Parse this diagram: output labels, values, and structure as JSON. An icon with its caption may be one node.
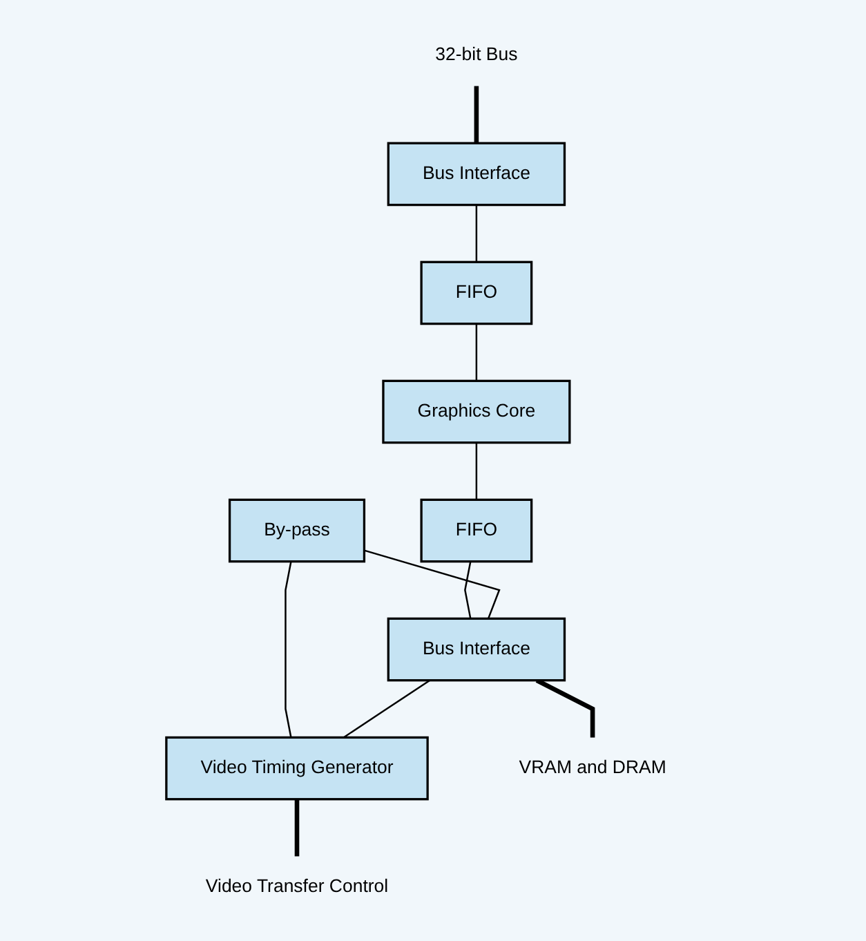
{
  "diagram": {
    "nodes": [
      {
        "text": [
          "32-bit Bus"
        ]
      },
      {
        "text": [
          "Bus Interface"
        ]
      },
      {
        "text": [
          "FIFO"
        ]
      },
      {
        "text": [
          "By-pass"
        ]
      },
      {
        "text": [
          "Graphics Core"
        ]
      },
      {
        "text": [
          "FIFO"
        ]
      },
      {
        "text": [
          "Bus Interface"
        ]
      },
      {
        "text": [
          "Video Timing Generator"
        ]
      },
      {
        "text": [
          "Video Transfer Control"
        ]
      },
      {
        "text": [
          "VRAM and DRAM"
        ]
      }
    ],
    "edges": [
      {
        "from": 0,
        "to": 1,
        "arrow": "none",
        "style": "thick"
      },
      {
        "from": 1,
        "to": 2,
        "arrow": "none"
      },
      {
        "from": 2,
        "to": 4,
        "arrow": "none"
      },
      {
        "from": 4,
        "to": 5,
        "arrow": "none"
      },
      {
        "from": 5,
        "to": 6,
        "arrow": "none"
      },
      {
        "from": 3,
        "to": 6,
        "arrow": "none"
      },
      {
        "from": 3,
        "to": 7,
        "arrow": "none"
      },
      {
        "from": 6,
        "to": 7,
        "arrow": "none"
      },
      {
        "from": 7,
        "to": 8,
        "arrow": "none",
        "style": "thick"
      },
      {
        "from": 6,
        "to": 9,
        "arrow": "none",
        "style": "thick"
      }
    ]
  }
}
